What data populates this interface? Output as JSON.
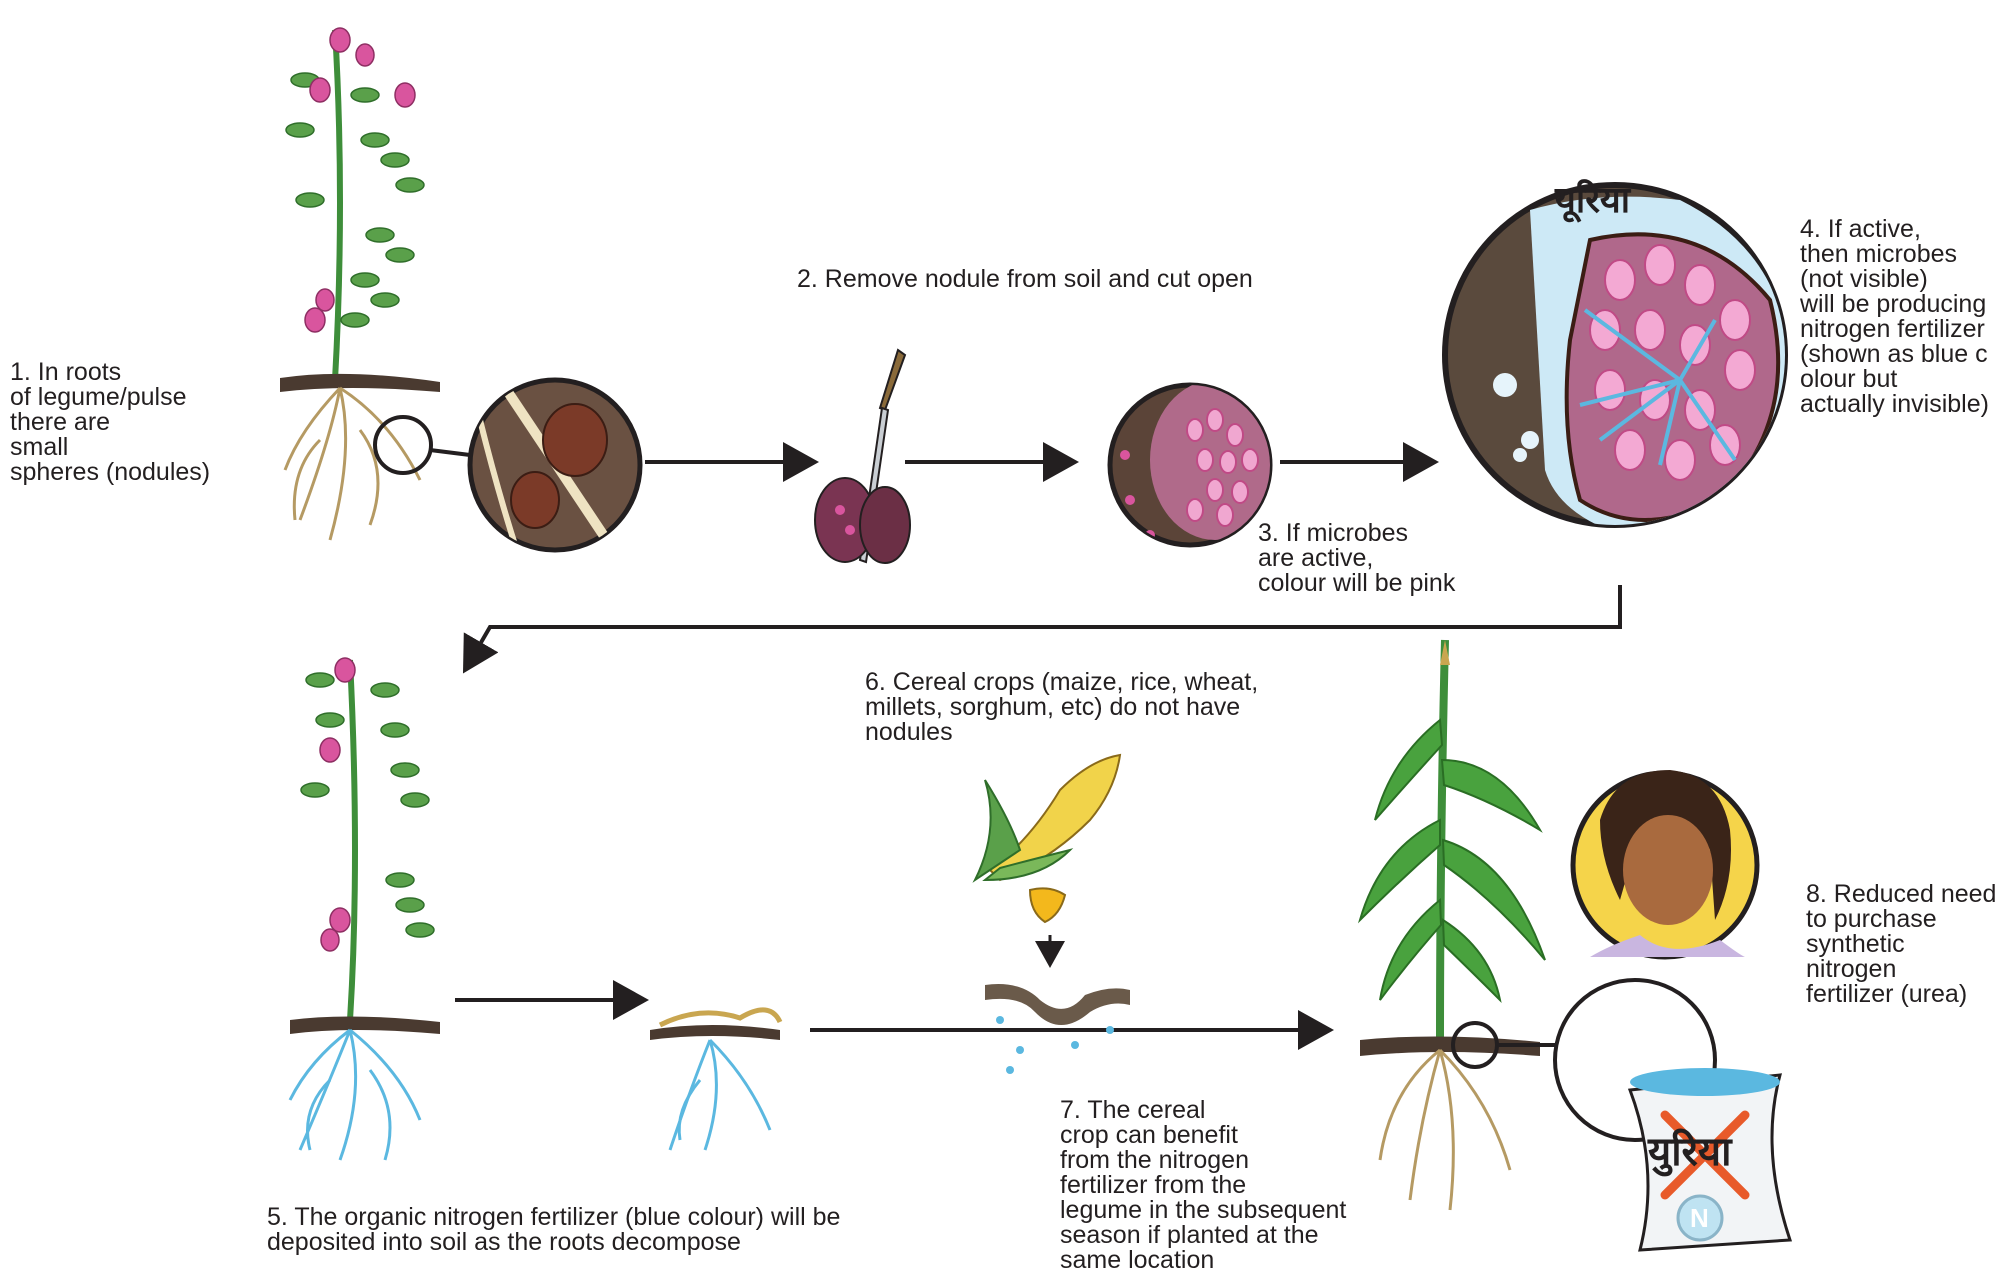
{
  "steps": {
    "s1": "1. In roots\nof legume/pulse\nthere are\nsmall\nspheres (nodules)",
    "s2": "2. Remove nodule from soil and cut open",
    "s3": "3. If microbes\nare active,\ncolour will be pink",
    "s4": "4. If active,\nthen microbes\n(not visible)\nwill be producing\nnitrogen fertilizer\n(shown as blue c\nolour but\nactually invisible)",
    "s5": "5. The organic nitrogen fertilizer (blue colour) will be\ndeposited into soil as the roots decompose",
    "s6": "6. Cereal crops (maize, rice, wheat,\nmillets, sorghum, etc) do not have\nnodules",
    "s7": "7. The cereal\ncrop can benefit\nfrom the nitrogen\nfertilizer from the\nlegume in the subsequent\nseason if planted at the\nsame location",
    "s8": "8. Reduced need\nto purchase\nsynthetic\nnitrogen\nfertilizer (urea)"
  },
  "urea_word": "यूरिया",
  "bag_word": "युरिया",
  "bag_logo_letter": "N",
  "colors": {
    "nodule_pink": "#d9559e",
    "nodule_flesh": "#b06a8a",
    "soil": "#4a3a30",
    "nitrogen_blue": "#5bb8e0",
    "leaf_green": "#3e8e3a",
    "arrow": "#231f20",
    "cross": "#e85a2a"
  }
}
